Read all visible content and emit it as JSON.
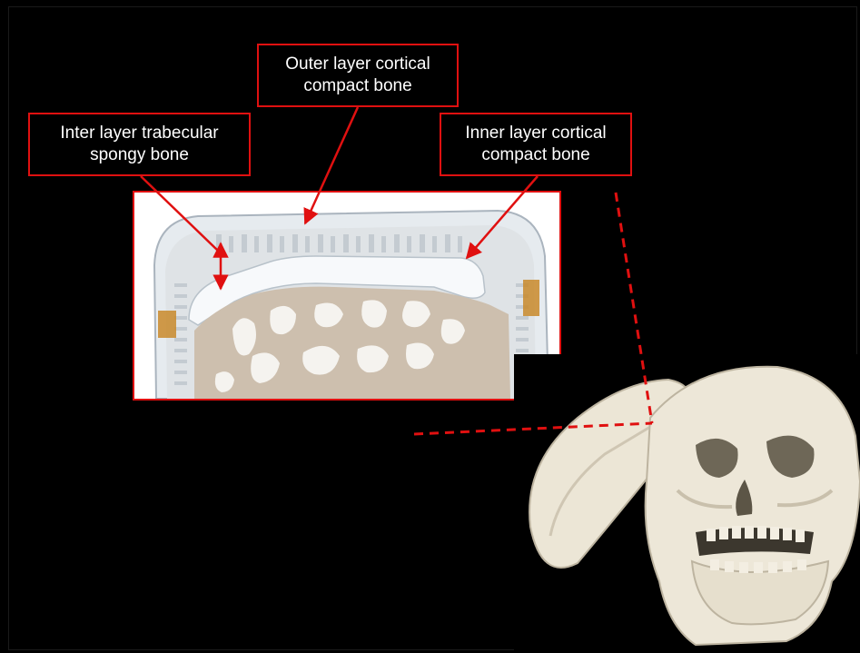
{
  "labels": {
    "outer": {
      "line1": "Outer layer cortical",
      "line2": "compact bone"
    },
    "inter": {
      "line1": "Inter layer trabecular",
      "line2": "spongy bone"
    },
    "inner": {
      "line1": "Inner layer cortical",
      "line2": "compact bone"
    }
  },
  "colors": {
    "accent": "#e01010",
    "background": "#000000",
    "bone_cream": "#ece6d6",
    "bone_tan": "#cdbfae",
    "cortical_white": "#eef1f4",
    "resin_orange": "#c98a2a"
  },
  "icons": {
    "arrow": "red-arrow-icon",
    "double_arrow": "double-arrow-icon"
  }
}
